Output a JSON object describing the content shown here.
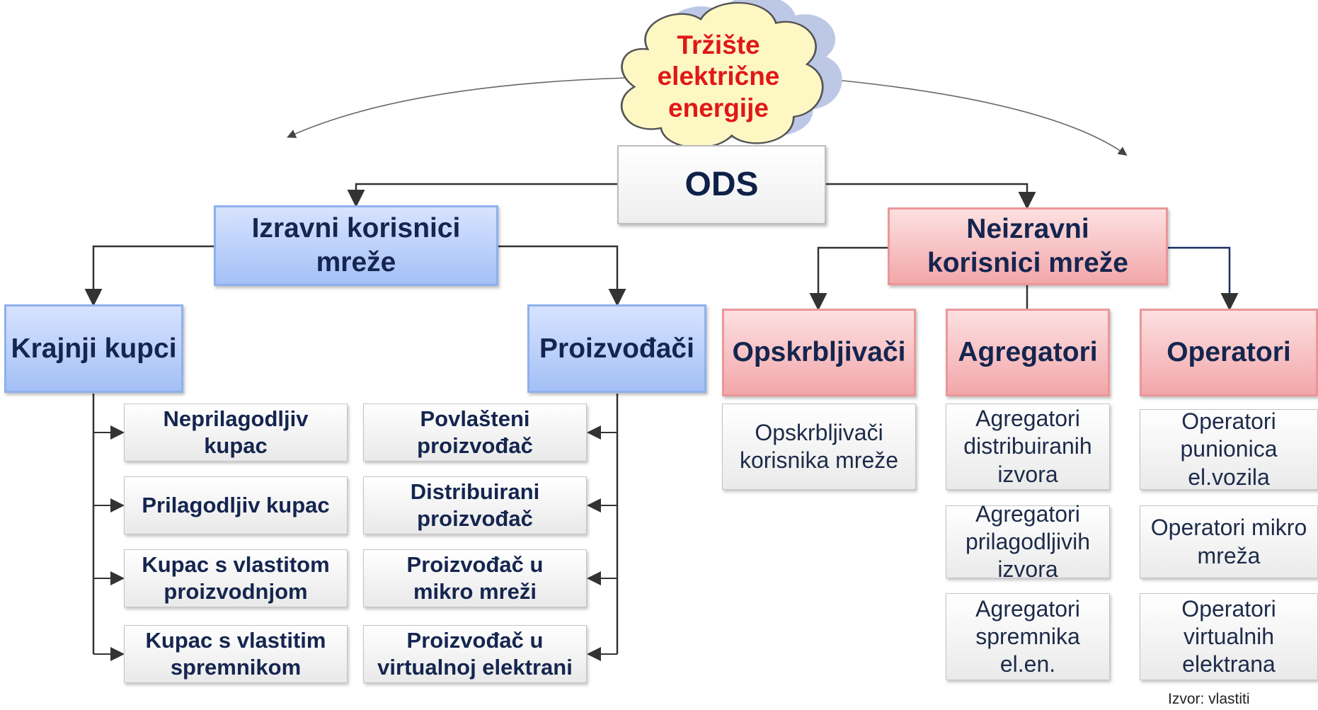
{
  "market": "Tržište\nelektrične\nenergije",
  "ods": "ODS",
  "direct": {
    "title": "Izravni korisnici\nmreže",
    "end_customers": {
      "title": "Krajnji kupci",
      "items": [
        "Neprilagodljiv\nkupac",
        "Prilagodljiv kupac",
        "Kupac s vlastitom\nproizvodnjom",
        "Kupac s vlastitim\nspremnikom"
      ]
    },
    "producers": {
      "title": "Proizvođači",
      "items": [
        "Povlašteni\nproizvođač",
        "Distribuirani\nproizvođač",
        "Proizvođač u\nmikro mreži",
        "Proizvođač u\nvirtualnoj elektrani"
      ]
    }
  },
  "indirect": {
    "title": "Neizravni\nkorisnici mreže",
    "suppliers": {
      "title": "Opskrbljivači",
      "items": [
        "Opskrbljivači\nkorisnika mreže"
      ]
    },
    "aggregators": {
      "title": "Agregatori",
      "items": [
        "Agregatori\ndistribuiranih\nizvora",
        "Agregatori\nprilagodljivih\nizvora",
        "Agregatori\nspremnika\nel.en."
      ]
    },
    "operators": {
      "title": "Operatori",
      "items": [
        "Operatori\npunionica\nel.vozila",
        "Operatori mikro\nmreža",
        "Operatori\nvirtualnih\nelektrana"
      ]
    }
  },
  "source": "Izvor: vlastiti",
  "colors": {
    "direct_fill": "#a4c0f6",
    "indirect_fill": "#f2a7aa",
    "cloud_fill": "#fdf7c4",
    "cloud_text": "#e01818",
    "text_dark": "#14254f"
  }
}
